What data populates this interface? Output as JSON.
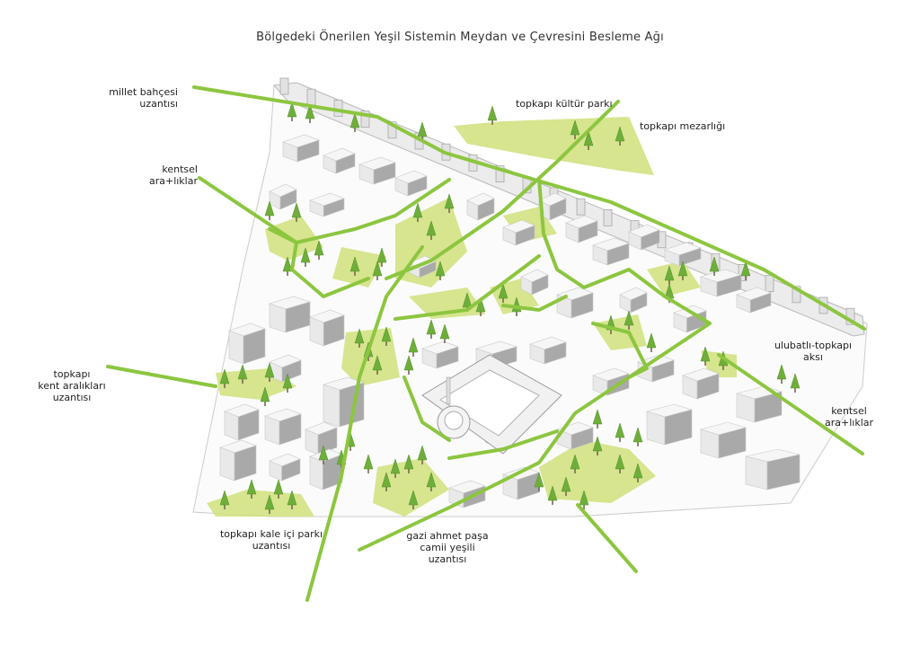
{
  "title": "Bölgedeki Önerilen Yeşil Sistemin Meydan ve Çevresini Besleme Ağı",
  "colors": {
    "green_line": "#8cc63f",
    "green_fill": "#cfe07a",
    "tree": "#6fae3a",
    "tree_dark": "#4f8f2a",
    "building": "#e9e9e9",
    "building_shadow": "#a9a9a9",
    "outline": "#c8c8c8"
  },
  "labels": {
    "millet_bahcesi": [
      "millet bahçesi",
      "uzantısı"
    ],
    "kentsel_1": [
      "kentsel",
      "ara+lıklar"
    ],
    "topkapi_kent": [
      "topkapı",
      "kent aralıkları",
      "uzantısı"
    ],
    "topkapi_kultur": [
      "topkapı kültür parkı"
    ],
    "topkapi_mezarligi": [
      "topkapı mezarlığı"
    ],
    "ulubatli": [
      "ulubatlı-topkapı",
      "aksı"
    ],
    "kentsel_2": [
      "kentsel",
      "ara+lıklar"
    ],
    "kale_ici": [
      "topkapı kale içi parkı",
      "uzantısı"
    ],
    "gazi_ahmet": [
      "gazi ahmet paşa",
      "camii yeşili",
      "uzantısı"
    ]
  }
}
